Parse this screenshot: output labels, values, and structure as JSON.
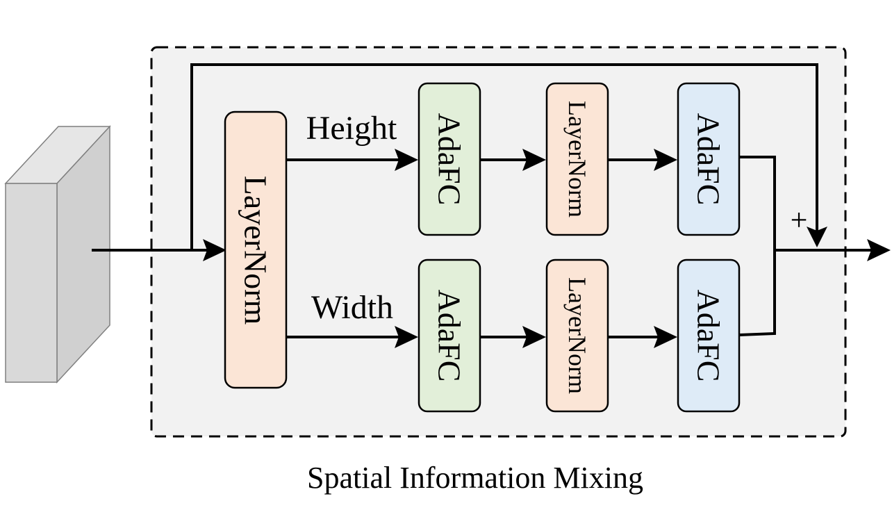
{
  "caption": "Spatial Information Mixing",
  "branches": {
    "height_label": "Height",
    "width_label": "Width"
  },
  "blocks": {
    "input_norm": "LayerNorm",
    "height_fc1": "AdaFC",
    "height_norm": "LayerNorm",
    "height_fc2": "AdaFC",
    "width_fc1": "AdaFC",
    "width_norm": "LayerNorm",
    "width_fc2": "AdaFC"
  },
  "merge_symbol": "+",
  "colors": {
    "layernorm_fill": "#fbe5d6",
    "adafc_green_fill": "#e2efd9",
    "adafc_blue_fill": "#deebf7",
    "module_background": "#f2f2f2",
    "tensor_front": "#d9d9d9",
    "tensor_side": "#d0d0d0",
    "tensor_top": "#e6e6e6"
  }
}
